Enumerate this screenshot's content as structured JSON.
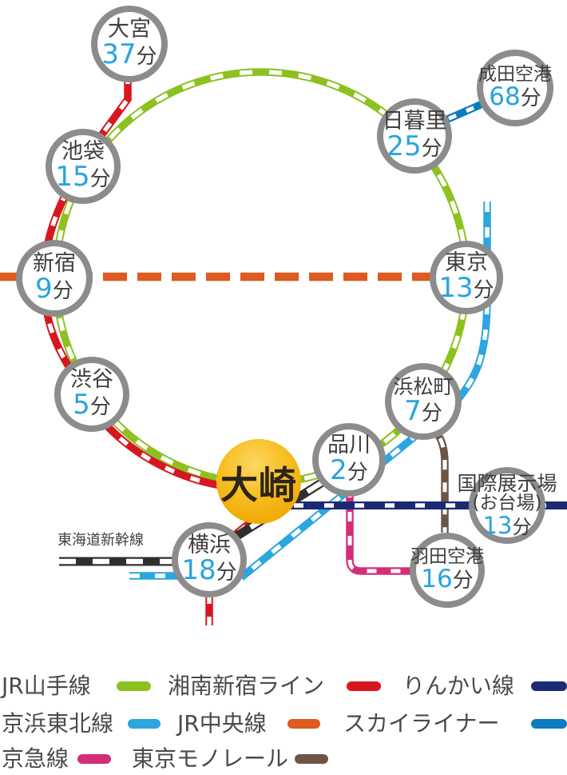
{
  "colors": {
    "yamanote": "#8cc11f",
    "shonan_shinjuku": "#d7161f",
    "rinkai": "#1c2a74",
    "keihin_tohoku": "#2ba6df",
    "chuo": "#dd5a20",
    "skyliner": "#0d7bbf",
    "keikyu": "#d62d79",
    "monorail": "#6d5546",
    "shinkansen": "#2f2f2f",
    "circle_border": "#8c8c8c",
    "station_text": "#3f3f3f",
    "time_number": "#29a4dd",
    "hub_fill": "#f2b112"
  },
  "hub": {
    "name": "大崎"
  },
  "shinkansen_label": "東海道新幹線",
  "stations": [
    {
      "name": "大宮",
      "time": "37",
      "unit": "分"
    },
    {
      "name": "池袋",
      "time": "15",
      "unit": "分"
    },
    {
      "name": "新宿",
      "time": "9",
      "unit": "分"
    },
    {
      "name": "渋谷",
      "time": "5",
      "unit": "分"
    },
    {
      "name": "日暮里",
      "time": "25",
      "unit": "分"
    },
    {
      "name": "成田空港",
      "time": "68",
      "unit": "分"
    },
    {
      "name": "東京",
      "time": "13",
      "unit": "分"
    },
    {
      "name": "浜松町",
      "time": "7",
      "unit": "分"
    },
    {
      "name": "品川",
      "time": "2",
      "unit": "分"
    },
    {
      "name": "横浜",
      "time": "18",
      "unit": "分"
    },
    {
      "name": "国際展示場",
      "subname": "(お台場)",
      "time": "13",
      "unit": "分"
    },
    {
      "name": "羽田空港",
      "time": "16",
      "unit": "分"
    }
  ],
  "legend": [
    {
      "label": "JR山手線",
      "color": "#8cc11f"
    },
    {
      "label": "湘南新宿ライン",
      "color": "#d7161f"
    },
    {
      "label": "りんかい線",
      "color": "#1c2a74"
    },
    {
      "label": "京浜東北線",
      "color": "#2ba6df"
    },
    {
      "label": "JR中央線",
      "color": "#dd5a20"
    },
    {
      "label": "スカイライナー",
      "color": "#0d7bbf"
    },
    {
      "label": "京急線",
      "color": "#d62d79"
    },
    {
      "label": "東京モノレール",
      "color": "#6d5546"
    }
  ]
}
